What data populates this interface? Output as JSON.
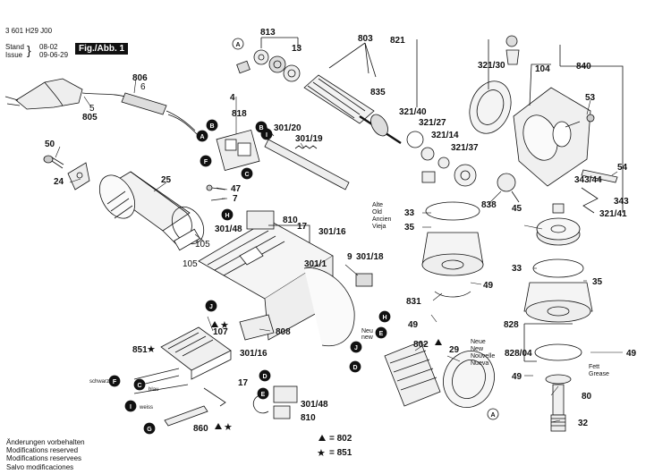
{
  "header": {
    "doc_number": "3 601 H29 J00",
    "stand_label": "Stand",
    "issue_label": "Issue",
    "stand_date": "08-02",
    "issue_date": "09-06-29",
    "figure_label": "Fig./Abb. 1"
  },
  "footer": {
    "lines": [
      "Änderungen vorbehalten",
      "Modifications reserved",
      "Modifications reservees",
      "Salvo modificaciones"
    ]
  },
  "legend": {
    "triangle_ref": "= 802",
    "star_ref": "= 851"
  },
  "callouts_left": {
    "c5": "5",
    "c805": "805",
    "c806": "806",
    "c6": "6",
    "c50": "50",
    "c24": "24",
    "c25": "25",
    "c105a": "105",
    "c105b": "105",
    "c4": "4",
    "c818": "818",
    "c301_20": "301/20",
    "c301_19": "301/19",
    "c47": "47",
    "c7": "7",
    "c810": "810",
    "c17": "17",
    "c301_48": "301/48",
    "c301_16": "301/16",
    "c301_1": "301/1",
    "c9": "9",
    "c301_18": "301/18",
    "c107": "107",
    "c851": "851",
    "c808": "808",
    "c860": "860",
    "c301_16b": "301/16",
    "c17b": "17",
    "c301_48b": "301/48",
    "c810b": "810"
  },
  "callouts_top": {
    "c813": "813",
    "c13": "13",
    "c803": "803",
    "c835": "835",
    "c321_40": "321/40",
    "c321_27": "321/27",
    "c321_14": "321/14",
    "c321_37": "321/37",
    "c821": "821",
    "c321_30": "321/30",
    "c104": "104",
    "c840": "840",
    "c53": "53",
    "c54": "54",
    "c343_44": "343/44",
    "c343": "343",
    "c321_41": "321/41",
    "c838": "838",
    "c45": "45"
  },
  "callouts_right": {
    "c33a": "33",
    "c35a": "35",
    "c49a": "49",
    "c831": "831",
    "c49b": "49",
    "c33b": "33",
    "c35b": "35",
    "c828": "828",
    "c49c": "49",
    "c828_04": "828/04",
    "c49d": "49",
    "c80": "80",
    "c32": "32",
    "c802": "802",
    "c29": "29"
  },
  "alte_block": [
    "Alte",
    "Old",
    "Ancien",
    "Vieja"
  ],
  "neue_block": [
    "Neue",
    "New",
    "Nouvelle",
    "Nueva"
  ],
  "fett_block": [
    "Fett",
    "Grease"
  ],
  "neu_new": [
    "Neu",
    "new"
  ],
  "wire_labels": {
    "schwarz": "schwarz",
    "blau": "blau",
    "weiss": "weiss"
  },
  "circle_letters": {
    "A1": "A",
    "A2": "A",
    "A3": "A",
    "B1": "B",
    "B2": "B",
    "C1": "C",
    "C2": "C",
    "D1": "D",
    "D2": "D",
    "E1": "E",
    "E2": "E",
    "F1": "F",
    "F2": "F",
    "G1": "G",
    "H1": "H",
    "H2": "H",
    "I1": "I",
    "I2": "I",
    "J1": "J",
    "J2": "J"
  }
}
